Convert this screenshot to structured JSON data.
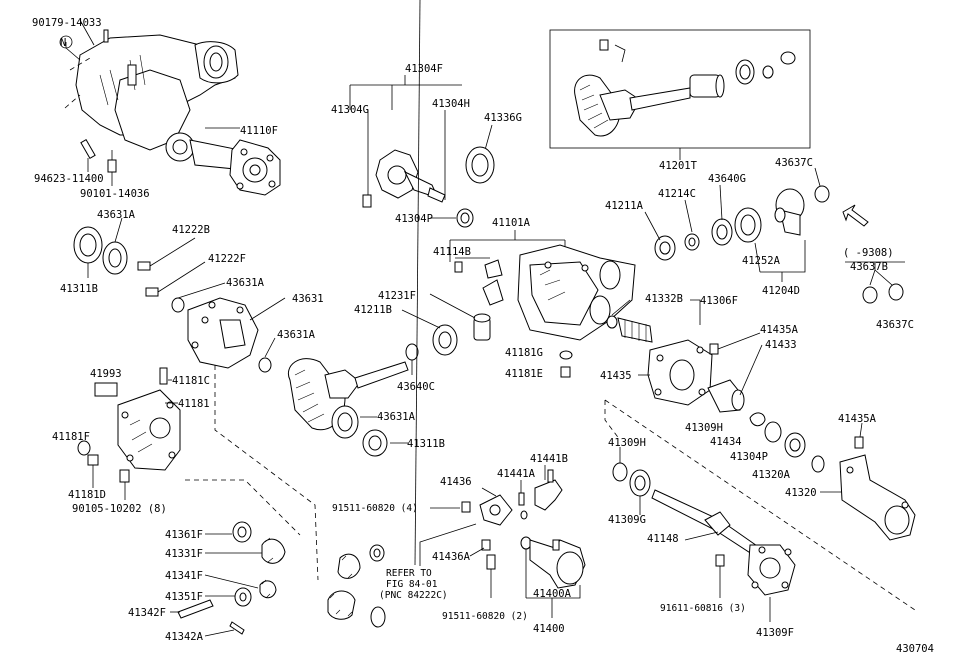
{
  "labels": {
    "l_90179_14033": "90179-14033",
    "l_N": "N",
    "l_41110F": "41110F",
    "l_94623_11400": "94623-11400",
    "l_90101_14036": "90101-14036",
    "l_41304F": "41304F",
    "l_41304G": "41304G",
    "l_41304H": "41304H",
    "l_41336G": "41336G",
    "l_41304P_a": "41304P",
    "l_41201T": "41201T",
    "l_43637C_a": "43637C",
    "l_41211A": "41211A",
    "l_41214C": "41214C",
    "l_43640G": "43640G",
    "l_41252A": "41252A",
    "l_41204D": "41204D",
    "l_9308": "( -9308)",
    "l_43637B": "43637B",
    "l_43637C_b": "43637C",
    "l_43631A_a": "43631A",
    "l_41222B": "41222B",
    "l_41222F": "41222F",
    "l_41311B_a": "41311B",
    "l_43631A_b": "43631A",
    "l_43631": "43631",
    "l_43631A_c": "43631A",
    "l_41101A": "41101A",
    "l_41114B": "41114B",
    "l_41231F": "41231F",
    "l_41211B": "41211B",
    "l_41332B": "41332B",
    "l_41306F": "41306F",
    "l_41181G": "41181G",
    "l_41181E": "41181E",
    "l_43640C": "43640C",
    "l_43631A_d": "43631A",
    "l_41311B_b": "41311B",
    "l_41435A_a": "41435A",
    "l_41433": "41433",
    "l_41435": "41435",
    "l_41993": "41993",
    "l_41181C": "41181C",
    "l_41181": "41181",
    "l_41181F": "41181F",
    "l_41181D": "41181D",
    "l_90105_10202": "90105-10202 (8)",
    "l_41309H_a": "41309H",
    "l_41434": "41434",
    "l_41304P_b": "41304P",
    "l_41320A": "41320A",
    "l_41435A_b": "41435A",
    "l_41320": "41320",
    "l_41309H_b": "41309H",
    "l_41309G": "41309G",
    "l_41436": "41436",
    "l_41441A": "41441A",
    "l_41441B": "41441B",
    "l_91511_60820_4": "91511-60820 (4)",
    "l_41436A": "41436A",
    "l_refer1": "REFER TO",
    "l_refer2": "FIG 84-01",
    "l_refer3": "(PNC 84222C)",
    "l_41148": "41148",
    "l_91511_60820_2": "91511-60820 (2)",
    "l_41400A": "41400A",
    "l_41400": "41400",
    "l_91611_60816": "91611-60816 (3)",
    "l_41309F": "41309F",
    "l_41361F": "41361F",
    "l_41331F": "41331F",
    "l_41341F": "41341F",
    "l_41351F": "41351F",
    "l_41342F": "41342F",
    "l_41342A": "41342A",
    "l_430704": "430704"
  }
}
